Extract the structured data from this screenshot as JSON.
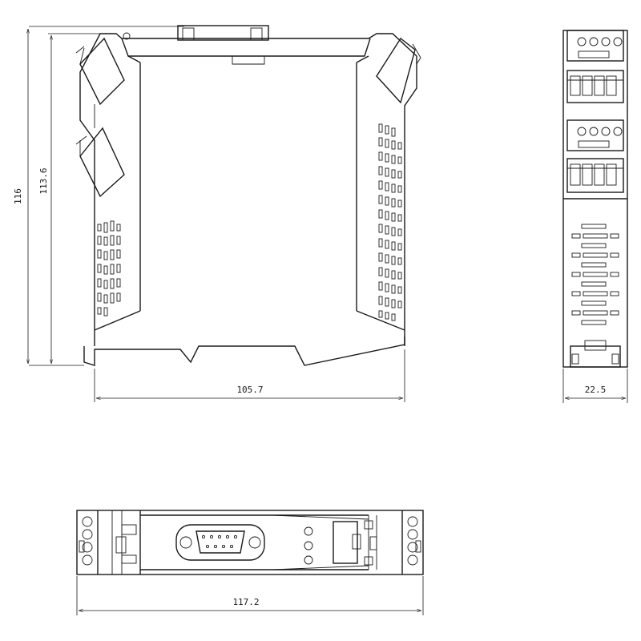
{
  "drawing": {
    "front_view": {
      "height_outer": "116",
      "height_inner": "113.6",
      "width": "105.7"
    },
    "side_view": {
      "width": "22.5"
    },
    "top_view": {
      "length": "117.2"
    }
  }
}
